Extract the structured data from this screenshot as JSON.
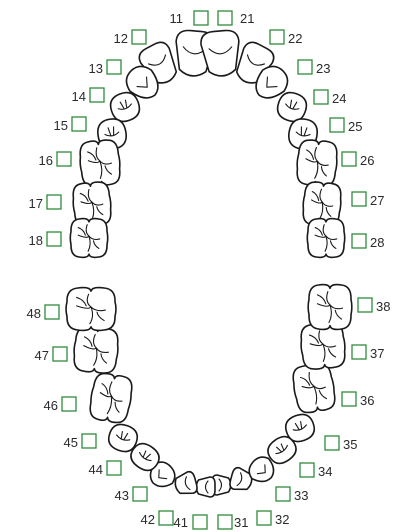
{
  "chart": {
    "box_color": "#2e8b3a",
    "outline_color": "#1a1a1a",
    "teeth": [
      {
        "id": "11",
        "label": "11",
        "kind": "incisor"
      },
      {
        "id": "12",
        "label": "12",
        "kind": "incisor"
      },
      {
        "id": "13",
        "label": "13",
        "kind": "canine"
      },
      {
        "id": "14",
        "label": "14",
        "kind": "premolar"
      },
      {
        "id": "15",
        "label": "15",
        "kind": "premolar"
      },
      {
        "id": "16",
        "label": "16",
        "kind": "molar"
      },
      {
        "id": "17",
        "label": "17",
        "kind": "molar"
      },
      {
        "id": "18",
        "label": "18",
        "kind": "molar"
      },
      {
        "id": "21",
        "label": "21",
        "kind": "incisor"
      },
      {
        "id": "22",
        "label": "22",
        "kind": "incisor"
      },
      {
        "id": "23",
        "label": "23",
        "kind": "canine"
      },
      {
        "id": "24",
        "label": "24",
        "kind": "premolar"
      },
      {
        "id": "25",
        "label": "25",
        "kind": "premolar"
      },
      {
        "id": "26",
        "label": "26",
        "kind": "molar"
      },
      {
        "id": "27",
        "label": "27",
        "kind": "molar"
      },
      {
        "id": "28",
        "label": "28",
        "kind": "molar"
      },
      {
        "id": "31",
        "label": "31",
        "kind": "incisor"
      },
      {
        "id": "32",
        "label": "32",
        "kind": "incisor"
      },
      {
        "id": "33",
        "label": "33",
        "kind": "canine"
      },
      {
        "id": "34",
        "label": "34",
        "kind": "premolar"
      },
      {
        "id": "35",
        "label": "35",
        "kind": "premolar"
      },
      {
        "id": "36",
        "label": "36",
        "kind": "molar"
      },
      {
        "id": "37",
        "label": "37",
        "kind": "molar"
      },
      {
        "id": "38",
        "label": "38",
        "kind": "molar"
      },
      {
        "id": "41",
        "label": "41",
        "kind": "incisor"
      },
      {
        "id": "42",
        "label": "42",
        "kind": "incisor"
      },
      {
        "id": "43",
        "label": "43",
        "kind": "canine"
      },
      {
        "id": "44",
        "label": "44",
        "kind": "premolar"
      },
      {
        "id": "45",
        "label": "45",
        "kind": "premolar"
      },
      {
        "id": "46",
        "label": "46",
        "kind": "molar"
      },
      {
        "id": "47",
        "label": "47",
        "kind": "molar"
      },
      {
        "id": "48",
        "label": "48",
        "kind": "molar"
      }
    ]
  }
}
